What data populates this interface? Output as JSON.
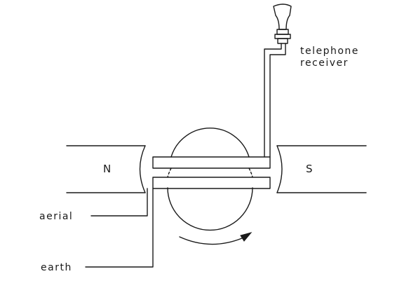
{
  "labels": {
    "north_pole": "N",
    "south_pole": "S",
    "telephone_line1": "telephone",
    "telephone_line2": "receiver",
    "aerial": "aerial",
    "earth": "earth"
  }
}
